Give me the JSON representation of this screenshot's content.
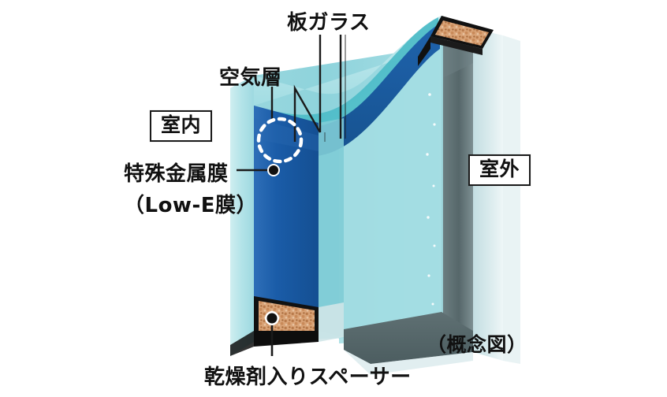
{
  "diagram": {
    "title_note": "（概念図）",
    "type": "isometric-cutaway",
    "subject": "Low-E double glazing (pair glass) cross-section",
    "background_color": "#ffffff"
  },
  "labels": {
    "board_glass": "板ガラス",
    "air_layer": "空気層",
    "indoor": "室内",
    "outdoor": "室外",
    "lowe_film_line1": "特殊金属膜",
    "lowe_film_line2": "（Low-E膜）",
    "spacer": "乾燥剤入りスペーサー",
    "concept_note": "（概念図）"
  },
  "colors": {
    "glass_body": "#8ed3dc",
    "glass_body_light": "#a9dde3",
    "glass_edge_pale": "#bfe6ea",
    "lowe_coating": "#1a5ca8",
    "lowe_coating_dark": "#16508f",
    "lowe_teal": "#35a9b8",
    "side_face_gray": "#5a6a6d",
    "side_face_gray_light": "#8fa2a6",
    "pane_pale_blue": "#cfe3e6",
    "spacer_fill": "#d9a377",
    "spacer_border": "#111111",
    "leader_line": "#1a1a1a",
    "text": "#111111",
    "box_border": "#1a1a1a"
  },
  "parts": [
    {
      "name": "outer-glass-pane",
      "label": "板ガラス",
      "description": "outer sheet glass pane"
    },
    {
      "name": "inner-glass-pane",
      "label": "板ガラス",
      "description": "inner sheet glass pane"
    },
    {
      "name": "air-layer",
      "label": "空気層",
      "description": "sealed air cavity between panes"
    },
    {
      "name": "lowe-metal-film",
      "label": "特殊金属膜（Low-E膜）",
      "description": "special low emissivity metal coating on the cavity side of the indoor pane"
    },
    {
      "name": "desiccant-spacer",
      "label": "乾燥剤入りスペーサー",
      "description": "spacer bar filled with desiccant around the perimeter"
    },
    {
      "name": "indoor-side",
      "label": "室内",
      "description": "room / interior side"
    },
    {
      "name": "outdoor-side",
      "label": "室外",
      "description": "exterior side"
    }
  ],
  "leaders": [
    {
      "from": "板ガラス",
      "to": [
        "outer-glass-pane",
        "inner-glass-pane"
      ],
      "style": "forked-line"
    },
    {
      "from": "空気層",
      "to": "air-layer",
      "style": "line-to-dashed-circle"
    },
    {
      "from": "特殊金属膜（Low-E膜）",
      "to": "lowe-metal-film",
      "style": "line-with-dot"
    },
    {
      "from": "乾燥剤入りスペーサー",
      "to": "desiccant-spacer",
      "style": "line-with-dot"
    }
  ]
}
